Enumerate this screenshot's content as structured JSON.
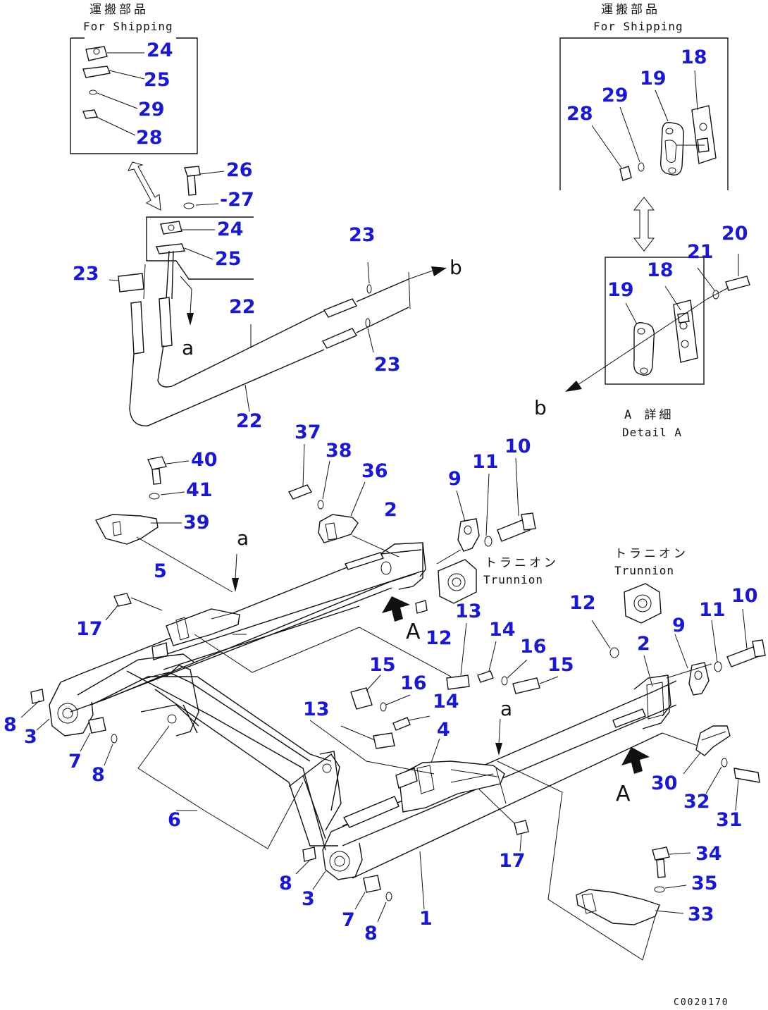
{
  "headings": {
    "shipping_jp": "運搬部品",
    "shipping_en": "For Shipping",
    "trunnion_jp": "トラニオン",
    "trunnion_en": "Trunnion",
    "detail_jp": "A 詳細",
    "detail_en": "Detail A",
    "drawing_code": "C0020170"
  },
  "letters": {
    "a": "a",
    "b": "b",
    "A": "A"
  },
  "callouts": [
    "1",
    "2",
    "3",
    "4",
    "5",
    "6",
    "7",
    "8",
    "9",
    "10",
    "11",
    "12",
    "13",
    "14",
    "15",
    "16",
    "17",
    "18",
    "19",
    "20",
    "21",
    "22",
    "23",
    "24",
    "25",
    "26",
    "27",
    "28",
    "29",
    "30",
    "31",
    "32",
    "33",
    "34",
    "35",
    "36",
    "37",
    "38",
    "39",
    "40",
    "41"
  ],
  "callout_27_prefix": "-",
  "colors": {
    "callout": "#1a1acc",
    "line": "#111111",
    "background": "#ffffff"
  }
}
